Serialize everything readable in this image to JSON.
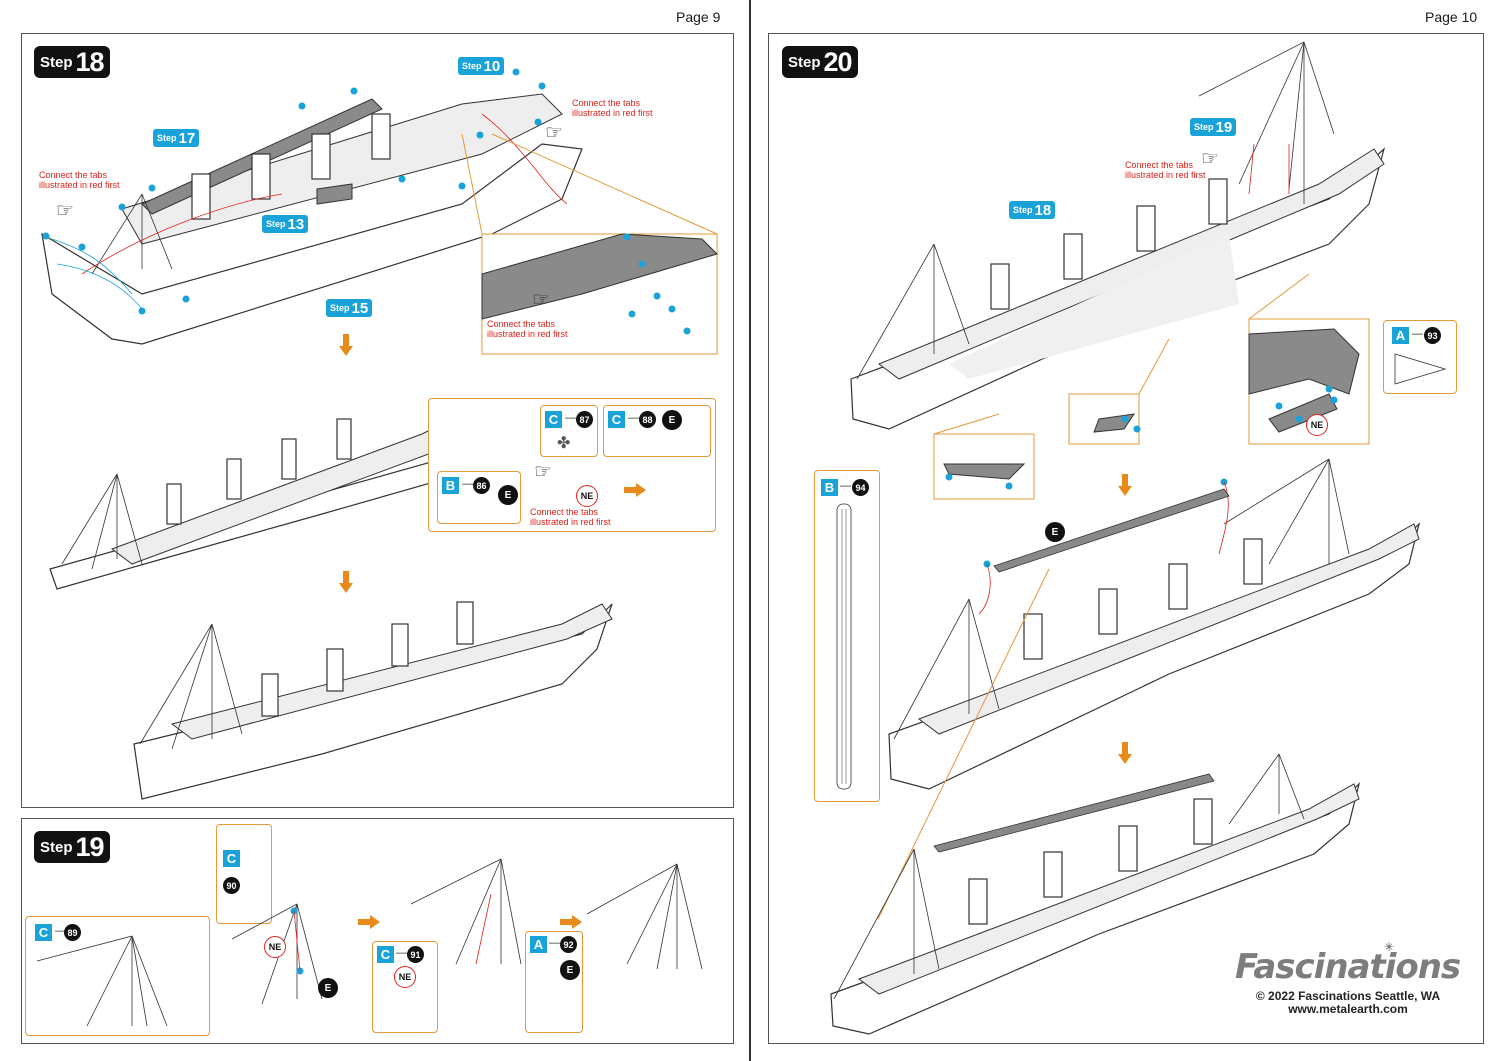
{
  "pages": {
    "left": {
      "number": "Page 9"
    },
    "right": {
      "number": "Page 10"
    }
  },
  "steps": {
    "step18": {
      "word": "Step",
      "num": "18"
    },
    "step19": {
      "word": "Step",
      "num": "19"
    },
    "step20": {
      "word": "Step",
      "num": "20"
    }
  },
  "refs": {
    "s10": {
      "word": "Step",
      "num": "10"
    },
    "s17": {
      "word": "Step",
      "num": "17"
    },
    "s13": {
      "word": "Step",
      "num": "13"
    },
    "s15": {
      "word": "Step",
      "num": "15"
    },
    "s19": {
      "word": "Step",
      "num": "19"
    },
    "s18": {
      "word": "Step",
      "num": "18"
    }
  },
  "notes": {
    "tabs_red": "Connect the tabs illustrated in red first"
  },
  "parts": {
    "p86": {
      "sheet": "B",
      "num": "86"
    },
    "p87": {
      "sheet": "C",
      "num": "87"
    },
    "p88": {
      "sheet": "C",
      "num": "88"
    },
    "p89": {
      "sheet": "C",
      "num": "89"
    },
    "p90": {
      "sheet": "C",
      "num": "90"
    },
    "p91": {
      "sheet": "C",
      "num": "91"
    },
    "p92": {
      "sheet": "A",
      "num": "92"
    },
    "p93": {
      "sheet": "A",
      "num": "93"
    },
    "p94": {
      "sheet": "B",
      "num": "94"
    }
  },
  "labels": {
    "e": "E",
    "ne": "NE",
    "dash": "—"
  },
  "brand": {
    "name": "Fascinations",
    "copyright": "© 2022 Fascinations Seattle, WA",
    "website": "www.metalearth.com"
  },
  "colors": {
    "accent_blue": "#1aa3d9",
    "instruction_red": "#e0231c",
    "callout_orange": "#e39a3b"
  },
  "icons": {
    "pointing_hand": "pointing-hand-icon",
    "down_arrow": "down-arrow-icon",
    "right_arrow": "right-arrow-icon"
  }
}
